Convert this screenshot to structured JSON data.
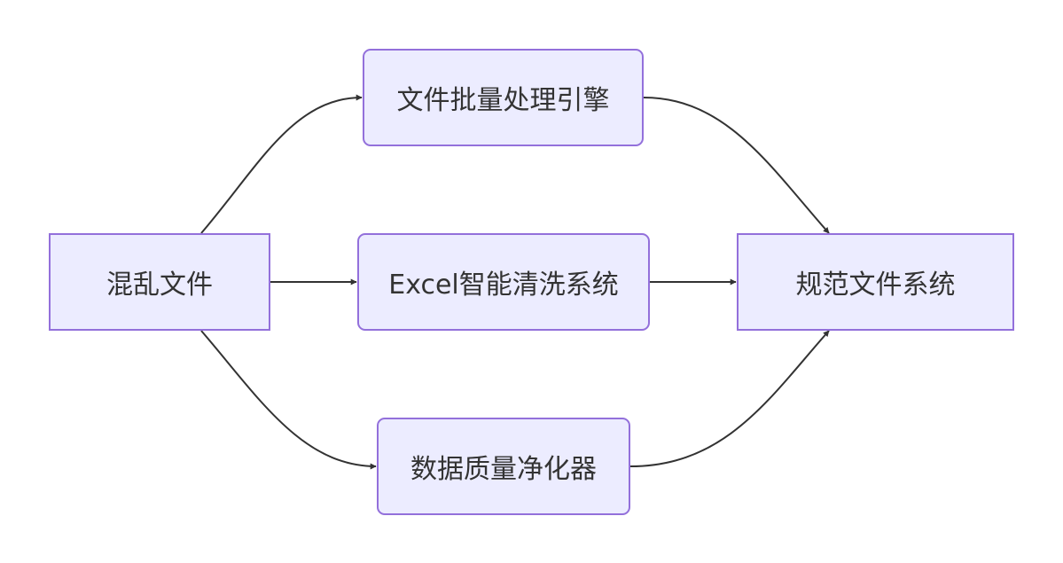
{
  "nodes": {
    "source": "混乱文件",
    "engine": "文件批量处理引擎",
    "excel": "Excel智能清洗系统",
    "purify": "数据质量净化器",
    "target": "规范文件系统"
  },
  "edges": [
    {
      "from": "混乱文件",
      "to": "文件批量处理引擎"
    },
    {
      "from": "混乱文件",
      "to": "Excel智能清洗系统"
    },
    {
      "from": "混乱文件",
      "to": "数据质量净化器"
    },
    {
      "from": "文件批量处理引擎",
      "to": "规范文件系统"
    },
    {
      "from": "Excel智能清洗系统",
      "to": "规范文件系统"
    },
    {
      "from": "数据质量净化器",
      "to": "规范文件系统"
    }
  ],
  "colors": {
    "node_fill": "#ececff",
    "node_border": "#9370db",
    "edge": "#333333",
    "text": "#333333",
    "background": "#ffffff"
  }
}
